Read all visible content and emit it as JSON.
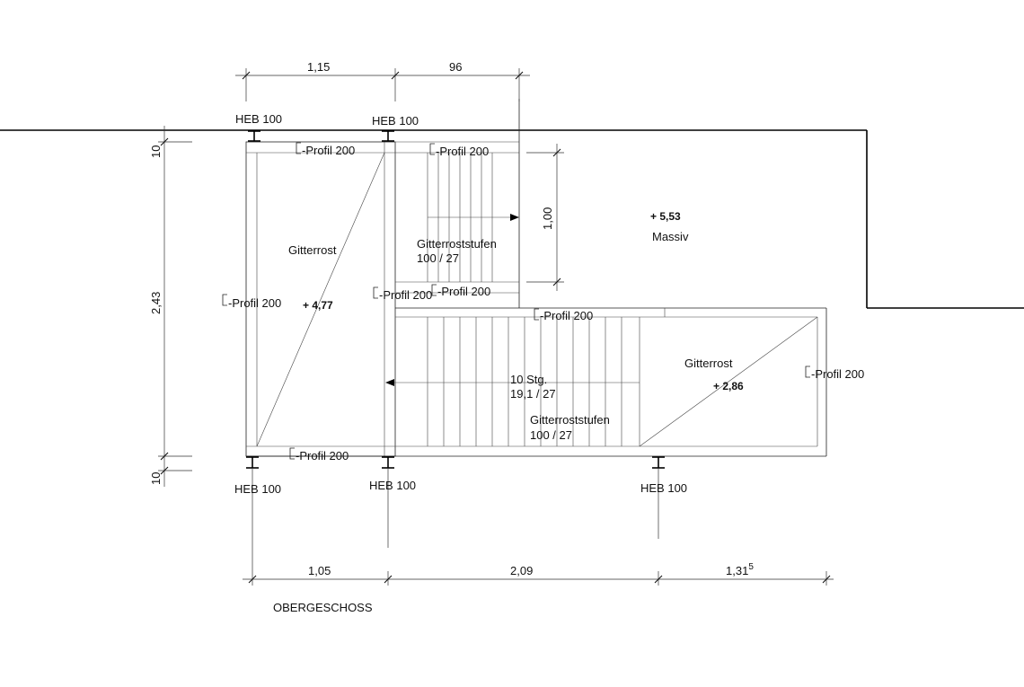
{
  "drawing": {
    "caption": "OBERGESCHOSS",
    "beams": {
      "top_left": "HEB 100",
      "top_mid": "HEB 100",
      "bottom_left": "HEB 100",
      "bottom_mid": "HEB 100",
      "bottom_right": "HEB 100"
    },
    "profiles": {
      "top_left": "-Profil 200",
      "top_mid": "-Profil 200",
      "left_side": "-Profil 200",
      "mid_side": "-Profil 200",
      "landing_upper": "-Profil 200",
      "stair_top": "-Profil 200",
      "right_side": "-Profil 200",
      "bottom_left": "-Profil 200"
    },
    "zones": {
      "left_grating": {
        "label": "Gitterrost",
        "level": "+ 4,77"
      },
      "upper_steps": {
        "label_1": "Gitterroststufen",
        "label_2": "100 / 27"
      },
      "massive": {
        "level": "+ 5,53",
        "label": "Massiv"
      },
      "lower_steps": {
        "steps_1": "10 Stg.",
        "steps_2": "19,1 / 27",
        "label_1": "Gitterroststufen",
        "label_2": "100 / 27"
      },
      "right_grating": {
        "label": "Gitterrost",
        "level": "+ 2,86"
      }
    },
    "dimensions": {
      "top_1": "1,15",
      "top_2": "96",
      "left_top": "10",
      "left_mid": "2,43",
      "left_bottom": "10",
      "inner_vertical": "1,00",
      "bottom_1": "1,05",
      "bottom_2": "2,09",
      "bottom_3": "1,31",
      "bottom_3_sup": "5"
    }
  }
}
